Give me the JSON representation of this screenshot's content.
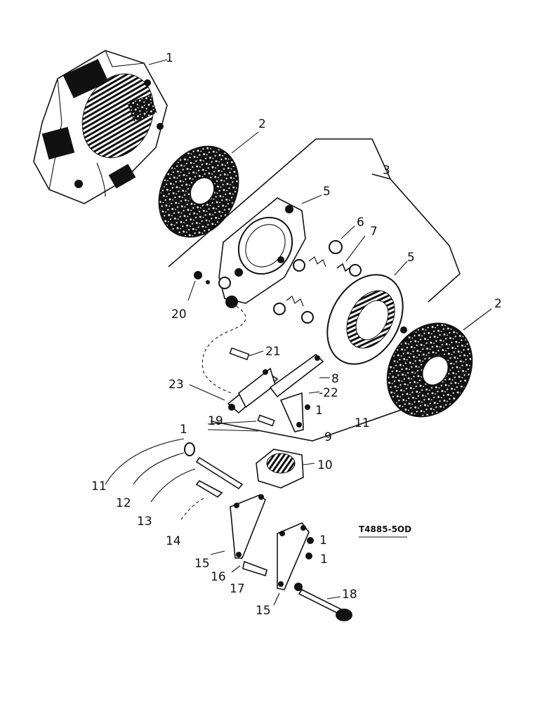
{
  "diagram": {
    "drawing_code": "T4885-5OD",
    "callouts": {
      "c1": "1",
      "c2a": "2",
      "c2b": "2",
      "c3": "3",
      "c5a": "5",
      "c5b": "5",
      "c6": "6",
      "c7": "7",
      "c8": "8",
      "c9": "9",
      "c10": "10",
      "c11a": "11",
      "c11b": "11",
      "c12": "12",
      "c13": "13",
      "c14": "14",
      "c15a": "15",
      "c15b": "15",
      "c16": "16",
      "c17": "17",
      "c18": "18",
      "c19": "19",
      "c20": "20",
      "c21": "21",
      "c22": "-22",
      "c23": "23",
      "c1b": "1",
      "c1c": "1",
      "c1d": "1",
      "c1e": "1"
    }
  }
}
